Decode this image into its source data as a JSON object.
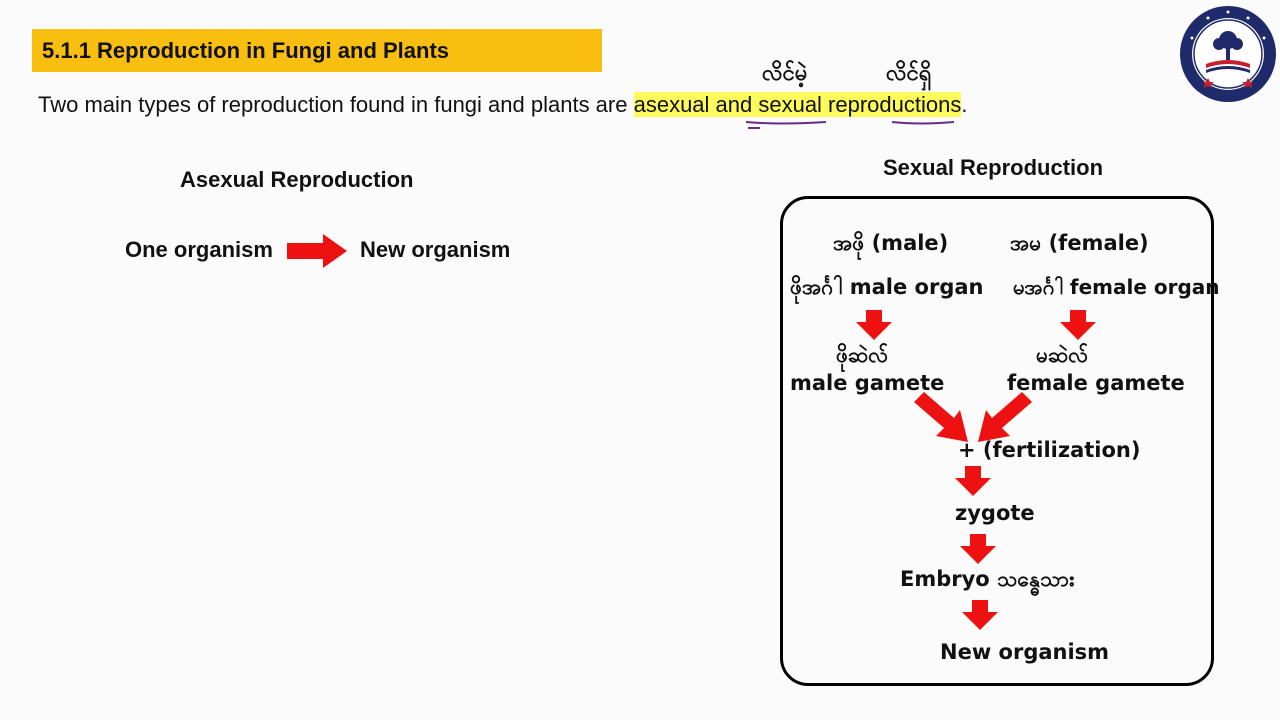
{
  "title": "5.1.1 Reproduction in Fungi and Plants",
  "intro": {
    "before": "Two main types of reproduction found in fungi and plants are ",
    "highlight_1": "asexual and sexual reproductions",
    "after": "."
  },
  "annotations": {
    "asexual_note": "လိင်မဲ့",
    "sexual_note": "လိင်ရှိ"
  },
  "asexual": {
    "heading": "Asexual Reproduction",
    "from": "One organism",
    "to": "New organism"
  },
  "sexual": {
    "heading": "Sexual Reproduction",
    "male_label": "အဖို (male)",
    "female_label": "အမ (female)",
    "male_organ": "ဖိုအင်္ဂါ male organ",
    "female_organ": "မအင်္ဂါ female organ",
    "male_gamete_my": "ဖိုဆဲလ်",
    "male_gamete_en": "male gamete",
    "female_gamete_my": "မဆဲလ်",
    "female_gamete_en": "female gamete",
    "fertilization": "+ (fertilization)",
    "zygote": "zygote",
    "embryo": "Embryo သန္ဓေသား",
    "new_organism": "New organism"
  },
  "colors": {
    "title_bar": "#f8be10",
    "highlight": "#fdfb5c",
    "arrow": "#ee1111",
    "underline": "#6a2a8a"
  },
  "icons": {
    "logo": "circular-seal-logo",
    "arrow": "red-arrow-icon"
  }
}
